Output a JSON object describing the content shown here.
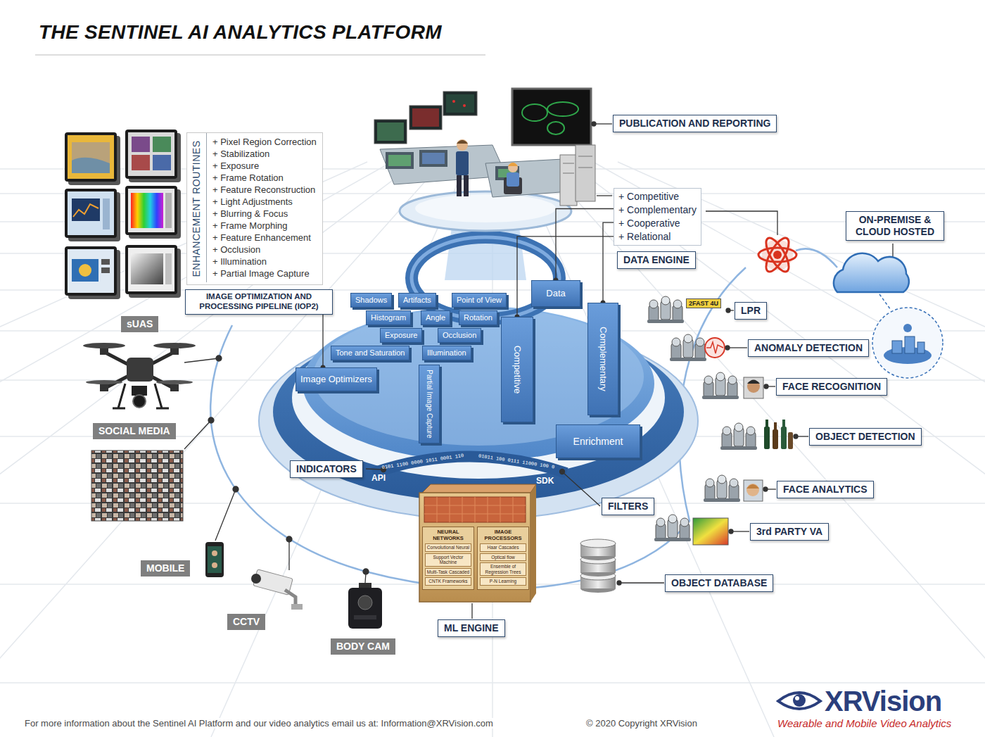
{
  "diagram": {
    "title": "THE SENTINEL AI ANALYTICS PLATFORM",
    "nodes": [
      {
        "text": [
          "PUBLICATION AND REPORTING"
        ]
      },
      {
        "text": [
          "+ Competitive",
          "+ Complementary",
          "+ Cooperative",
          "+ Relational"
        ]
      },
      {
        "text": [
          "DATA ENGINE"
        ]
      },
      {
        "text": [
          "ENHANCEMENT ROUTINES",
          "+ Pixel Region Correction",
          "+ Stabilization",
          "+ Exposure",
          "+ Frame Rotation",
          "+ Feature Reconstruction",
          "+ Light Adjustments",
          "+ Blurring & Focus",
          "+ Frame Morphing",
          "+ Feature Enhancement",
          "+ Occlusion",
          "+ Illumination",
          "+ Partial Image Capture"
        ]
      },
      {
        "text": [
          "ON-PREMISE & CLOUD HOSTED"
        ]
      },
      {
        "text": [
          "IMAGE OPTIMIZATION AND PROCESSING PIPELINE (IOP2)"
        ]
      },
      {
        "text": [
          "Shadows"
        ]
      },
      {
        "text": [
          "Artifacts"
        ]
      },
      {
        "text": [
          "Angle"
        ]
      },
      {
        "text": [
          "Point of View"
        ]
      },
      {
        "text": [
          "Data"
        ]
      },
      {
        "text": [
          "Histogram"
        ]
      },
      {
        "text": [
          "Exposure"
        ]
      },
      {
        "text": [
          "Occlusion"
        ]
      },
      {
        "text": [
          "Complementary"
        ]
      },
      {
        "text": [
          "LPR"
        ]
      },
      {
        "text": [
          "sUAS"
        ]
      },
      {
        "text": [
          "Tone and Saturation"
        ]
      },
      {
        "text": [
          "Illumination"
        ]
      },
      {
        "text": [
          "Rotation"
        ]
      },
      {
        "text": [
          "Image Optimizers"
        ]
      },
      {
        "text": [
          "ANOMALY DETECTION"
        ]
      },
      {
        "text": [
          "Partial Image Capture"
        ]
      },
      {
        "text": [
          "Competitive"
        ]
      },
      {
        "text": [
          "FACE RECOGNITION"
        ]
      },
      {
        "text": [
          "Enrichment"
        ]
      },
      {
        "text": [
          "SOCIAL MEDIA"
        ]
      },
      {
        "text": [
          "OBJECT DETECTION"
        ]
      },
      {
        "text": [
          "INDICATORS"
        ]
      },
      {
        "text": [
          "FACE ANALYTICS"
        ]
      },
      {
        "text": [
          "FILTERS"
        ]
      },
      {
        "text": [
          "NEURAL NETWORKS",
          "Convolutional Neural",
          "Support Vector Machine",
          "Multi-Task Cascaded",
          "CNTK Frameworks"
        ]
      },
      {
        "text": [
          "IMAGE PROCESSORS",
          "Haar Cascades",
          "Optical flow",
          "Ensemble of Regression Trees",
          "P-N Learning"
        ]
      },
      {
        "text": [
          "3rd PARTY VA"
        ]
      },
      {
        "text": [
          "MOBILE"
        ]
      },
      {
        "text": [
          "OBJECT DATABASE"
        ]
      },
      {
        "text": [
          "CCTV"
        ]
      },
      {
        "text": [
          "ML ENGINE"
        ]
      },
      {
        "text": [
          "BODY CAM"
        ]
      }
    ],
    "edges": [
      {
        "from": 1,
        "to": 10,
        "arrow": "none"
      },
      {
        "from": 1,
        "to": 14,
        "arrow": "none"
      },
      {
        "from": 1,
        "to": 23,
        "arrow": "none"
      },
      {
        "from": 5,
        "to": 20,
        "arrow": "none"
      }
    ],
    "labels": [
      "API",
      "SDK",
      "0101 1100 0000 1011 0001 110",
      "01011 100 0111 11000 100 0",
      "2FAST 4U",
      "For more information about the Sentinel AI Platform and our video analytics email us at: Information@XRVision.com",
      "© 2020 Copyright XRVision",
      "XRVision",
      "Wearable and Mobile Video Analytics"
    ]
  }
}
